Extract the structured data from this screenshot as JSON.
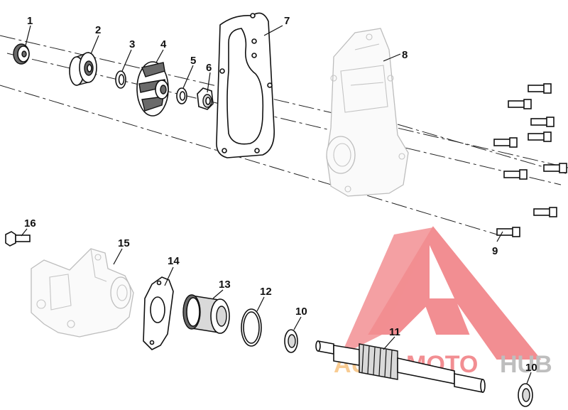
{
  "callouts": {
    "c1": "1",
    "c2": "2",
    "c3": "3",
    "c4": "4",
    "c5": "5",
    "c6": "6",
    "c7": "7",
    "c8": "8",
    "c9": "9",
    "c10a": "10",
    "c10b": "10",
    "c11": "11",
    "c12": "12",
    "c13": "13",
    "c14": "14",
    "c15": "15",
    "c16": "16"
  },
  "watermark": {
    "auto": "AUTO",
    "moto": "MOTO",
    "hub": "HUB",
    "colors": {
      "red": "#e8323a",
      "orange": "#f4a23a",
      "gray": "#8a8a8a"
    }
  }
}
